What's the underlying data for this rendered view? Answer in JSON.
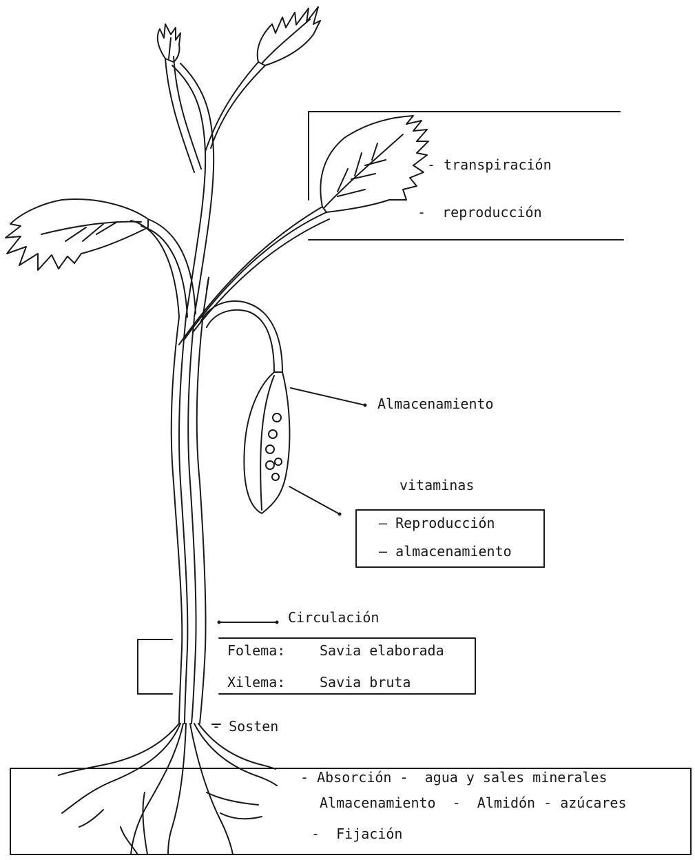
{
  "diagram": {
    "leaves_labels": {
      "transpiration": "- transpiración",
      "reproduction": "-  reproducción"
    },
    "fruit_labels": {
      "storage": "Almacenamiento",
      "vitamins": "vitaminas",
      "reproduction": "– Reproducción",
      "storage_item": "– almacenamiento"
    },
    "stem_labels": {
      "circulation": "Circulación",
      "phloem_term": "Folema:",
      "phloem_desc": "Savia elaborada",
      "xylem_term": "Xilema:",
      "xylem_desc": "Savia bruta",
      "support": "- Sosten"
    },
    "root_labels": {
      "absorption": "- Absorción -  agua y sales minerales",
      "storage": "Almacenamiento  -  Almidón - azúcares",
      "fixation": "-  Fijación"
    },
    "colors": {
      "ink": "#1a1a1a",
      "paper": "#ffffff"
    }
  }
}
